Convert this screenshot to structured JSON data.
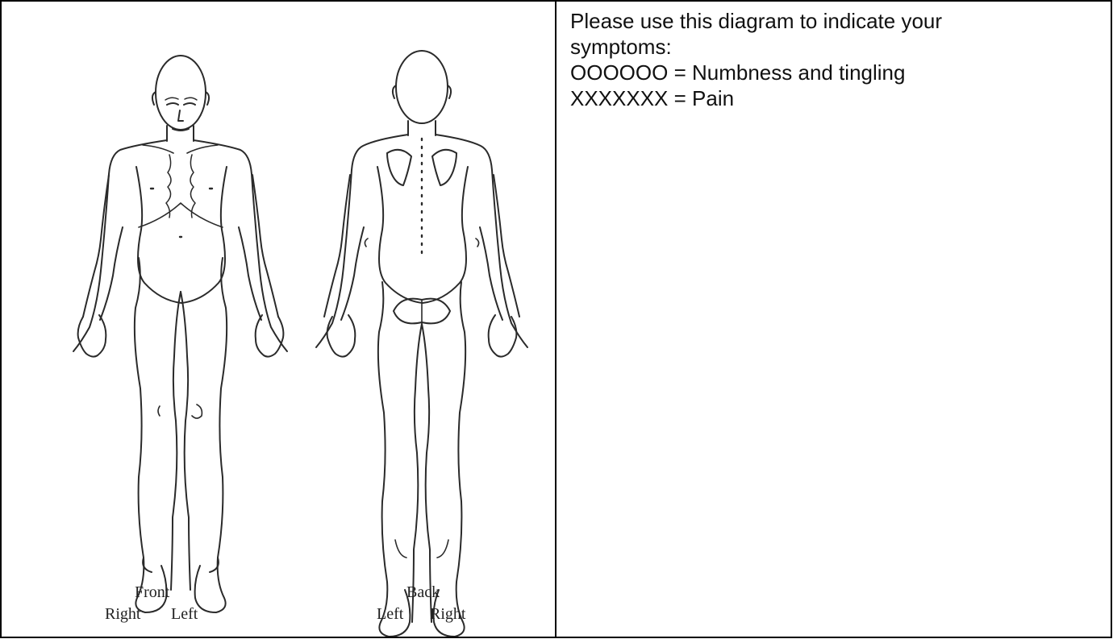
{
  "diagram": {
    "front": {
      "title": "Front",
      "side_left": "Right",
      "side_right": "Left"
    },
    "back": {
      "title": "Back",
      "side_left": "Left",
      "side_right": "Right"
    }
  },
  "instructions": {
    "intro": "Please use this diagram to indicate your symptoms:",
    "legend": [
      {
        "symbol": "OOOOOO",
        "meaning": "Numbness and tingling"
      },
      {
        "symbol": "XXXXXXX",
        "meaning": "Pain"
      }
    ]
  }
}
